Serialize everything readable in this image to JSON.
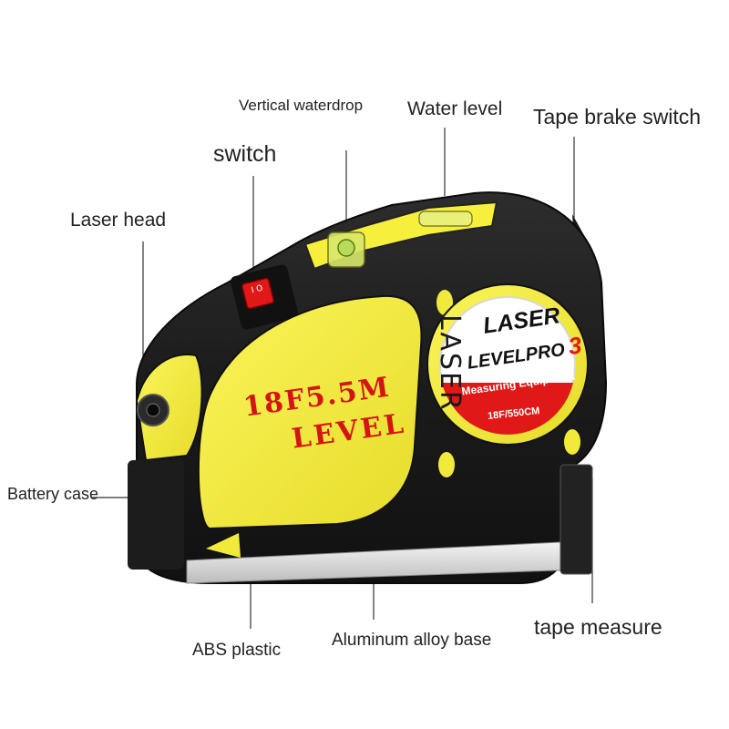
{
  "callouts": {
    "vertical_waterdrop": "Vertical waterdrop",
    "water_level": "Water level",
    "tape_brake_switch": "Tape brake switch",
    "switch": "switch",
    "laser_head": "Laser head",
    "battery_case": "Battery case",
    "abs_plastic": "ABS plastic",
    "aluminum_alloy_base": "Aluminum alloy base",
    "tape_measure": "tape measure"
  },
  "device": {
    "side_text": "18F5.5M",
    "side_text_2": "LEVEL",
    "vertical_text": "LASER",
    "badge_title_1": "LASER",
    "badge_title_2": "LEVELPRO",
    "badge_number": "3",
    "badge_subtitle": "Measuring Equipment",
    "badge_spec": "18F/550CM",
    "switch_marks": "I O"
  },
  "colors": {
    "body_black": "#1b1b1b",
    "accent_yellow": "#f2ea3a",
    "red": "#e01818",
    "text_red": "#c71818"
  }
}
